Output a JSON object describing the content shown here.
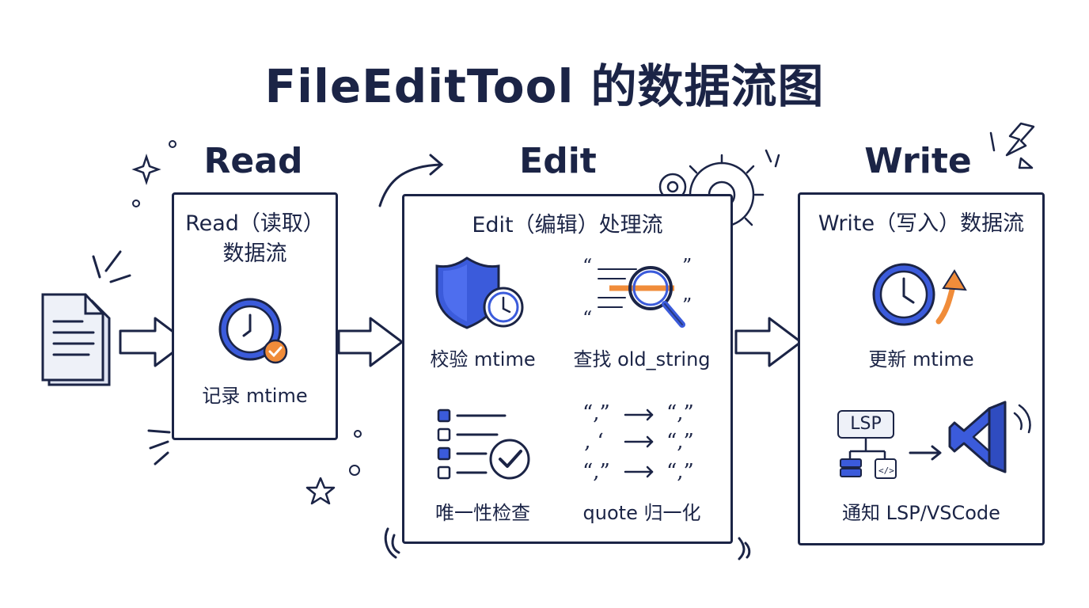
{
  "title": "FileEditTool 的数据流图",
  "stages": {
    "read": {
      "heading": "Read",
      "box_title_line1": "Read（读取）",
      "box_title_line2": "数据流",
      "steps": [
        "记录 mtime"
      ]
    },
    "edit": {
      "heading": "Edit",
      "box_title": "Edit（编辑）处理流",
      "steps": [
        "校验 mtime",
        "查找 old_string",
        "唯一性检查",
        "quote 归一化"
      ]
    },
    "write": {
      "heading": "Write",
      "box_title": "Write（写入）数据流",
      "steps": [
        "更新 mtime",
        "通知 LSP/VSCode"
      ],
      "lsp_label": "LSP"
    }
  },
  "colors": {
    "ink": "#1b2446",
    "blue": "#3b5bdb",
    "orange": "#f08c3a",
    "paper": "#eef1f8"
  }
}
